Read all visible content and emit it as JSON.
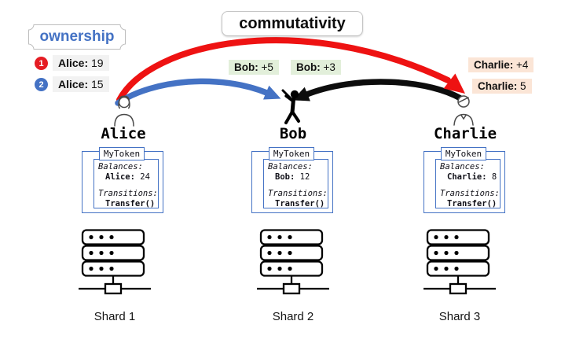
{
  "colors": {
    "accent-blue": "#4472c4",
    "arrow-red": "#ee1212",
    "arrow-blue": "#4472c4",
    "arrow-black": "#0d0d0d",
    "badge-red": "#e51c23",
    "badge-blue": "#4472c4",
    "label-gray-bg": "#f2f2f2",
    "label-green-bg": "#e2efda",
    "label-peach-bg": "#fbe5d6",
    "card-border": "#4472c4"
  },
  "header": {
    "ownership": "ownership",
    "commutativity": "commutativity"
  },
  "ownership_legend": {
    "item1": {
      "badge": "1",
      "name": "Alice:",
      "value": "19"
    },
    "item2": {
      "badge": "2",
      "name": "Alice:",
      "value": "15"
    }
  },
  "transfer_labels": {
    "bob1": {
      "name": "Bob:",
      "value": "+5"
    },
    "bob2": {
      "name": "Bob:",
      "value": "+3"
    },
    "charlie1": {
      "name": "Charlie:",
      "value": "+4"
    },
    "charlie2": {
      "name": "Charlie:",
      "value": "5"
    }
  },
  "arrows": {
    "red": {
      "from": "Alice",
      "to": "Charlie"
    },
    "blue": {
      "from": "Alice",
      "to": "Bob"
    },
    "black": {
      "from": "Charlie",
      "to": "Bob"
    }
  },
  "actors": {
    "alice": {
      "name": "Alice",
      "shard": "Shard 1",
      "contract": {
        "title": "MyToken",
        "balances_label": "Balances:",
        "balance_name": "Alice:",
        "balance_value": "24",
        "transitions_label": "Transitions:",
        "transition_fn": "Transfer()"
      }
    },
    "bob": {
      "name": "Bob",
      "shard": "Shard 2",
      "contract": {
        "title": "MyToken",
        "balances_label": "Balances:",
        "balance_name": "Bob:",
        "balance_value": "12",
        "transitions_label": "Transitions:",
        "transition_fn": "Transfer()"
      }
    },
    "charlie": {
      "name": "Charlie",
      "shard": "Shard 3",
      "contract": {
        "title": "MyToken",
        "balances_label": "Balances:",
        "balance_name": "Charlie:",
        "balance_value": "8",
        "transitions_label": "Transitions:",
        "transition_fn": "Transfer()"
      }
    }
  }
}
